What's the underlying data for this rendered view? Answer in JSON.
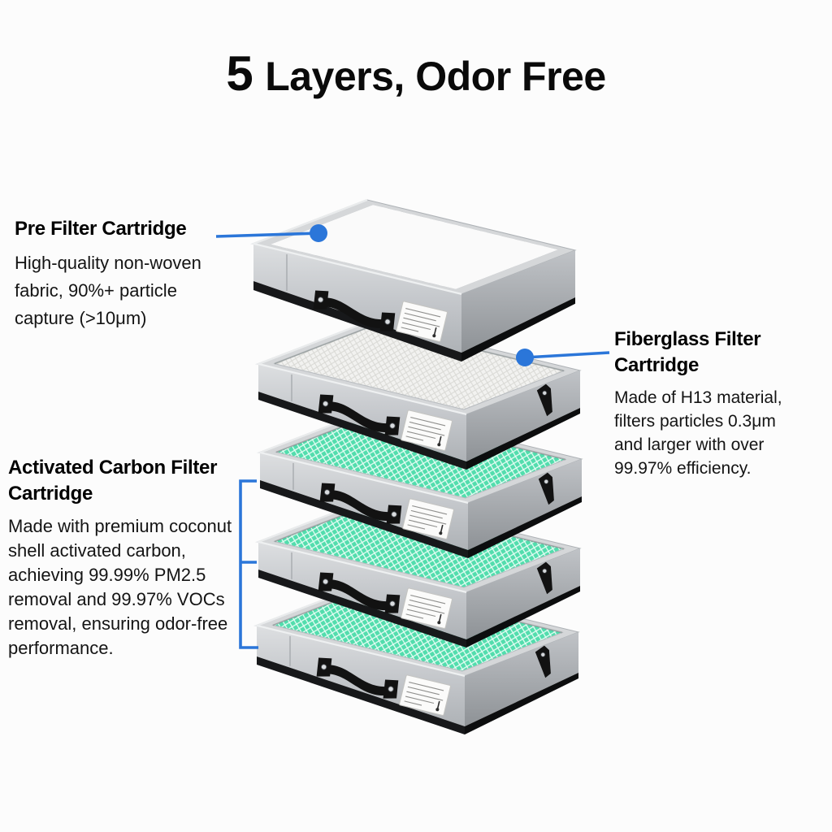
{
  "title": {
    "number": "5",
    "text": "Layers, Odor Free"
  },
  "callouts": {
    "pre_filter": {
      "heading_lines": [
        "Pre Filter Cartridge"
      ],
      "body_lines": [
        "High-quality non-woven",
        "fabric, 90%+ particle",
        "capture (>10μm)"
      ],
      "marker": "line-dot"
    },
    "fiberglass": {
      "heading_lines": [
        "Fiberglass Filter",
        "Cartridge"
      ],
      "body_lines": [
        "Made of H13 material,",
        "filters particles 0.3μm",
        "and larger with over",
        "99.97% efficiency."
      ],
      "marker": "line-dot"
    },
    "carbon": {
      "heading_lines": [
        "Activated Carbon Filter",
        "Cartridge"
      ],
      "body_lines": [
        "Made with premium coconut",
        "shell activated carbon,",
        "achieving 99.99% PM2.5",
        "removal and 99.97% VOCs",
        "removal, ensuring odor-free",
        "performance."
      ],
      "marker": "bracket"
    }
  },
  "filters": [
    {
      "name": "pre-filter-cartridge",
      "texture": "pleated"
    },
    {
      "name": "fiberglass-filter-cartridge",
      "texture": "white-mesh"
    },
    {
      "name": "activated-carbon-filter-cartridge-1",
      "texture": "green-mesh"
    },
    {
      "name": "activated-carbon-filter-cartridge-2",
      "texture": "green-mesh"
    },
    {
      "name": "activated-carbon-filter-cartridge-3",
      "texture": "green-mesh"
    }
  ],
  "colors": {
    "accent_blue": "#2b76d9",
    "carbon_green": "#52ddad",
    "fiberglass_white": "#f2f2f0",
    "frame_gray": "#d5d7d9",
    "text_black": "#111111",
    "background": "#fcfcfc"
  }
}
